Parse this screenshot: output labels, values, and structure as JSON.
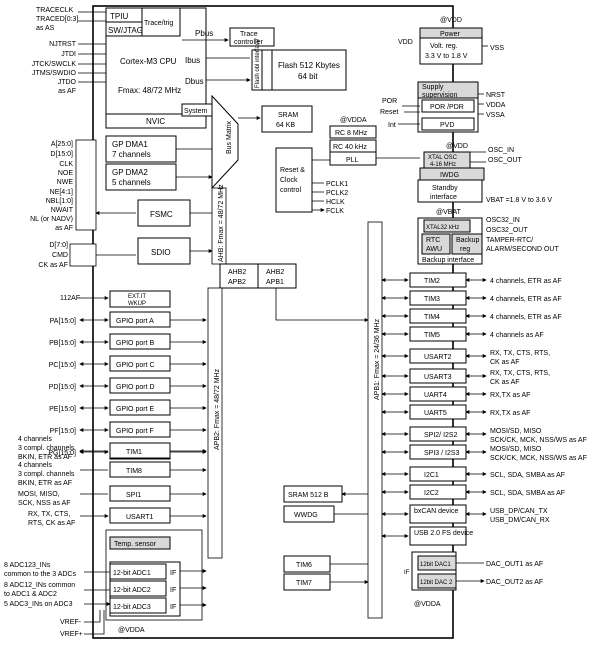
{
  "left_signals": {
    "trace": [
      "TRACECLK",
      "TRACED[0:3]",
      "as AS"
    ],
    "jtag": [
      "NJTRST",
      "JTDI",
      "JTCK/SWCLK",
      "JTMS/SWDIO",
      "JTDO",
      "as AF"
    ],
    "fsmc": [
      "A[25:0]",
      "D[15:0]",
      "CLK",
      "NOE",
      "NWE",
      "NE[4:1]",
      "NBL[1:0]",
      "NWAIT",
      "NL (or NADV)",
      "as AF"
    ],
    "sdio": [
      "D[7:0]",
      "CMD",
      "CK as AF"
    ],
    "exti": "112AF",
    "gpio": [
      "PA[15:0]",
      "PB[15:0]",
      "PC[15:0]",
      "PD[15:0]",
      "PE[15:0]",
      "PF[15:0]",
      "PG[15:0]"
    ],
    "tim1": [
      "4 channels",
      "3 compl. channels",
      "BKIN, ETR as AF"
    ],
    "tim8": [
      "4 channels",
      "3 compl. channels",
      "BKIN, ETR as AF"
    ],
    "spi1": [
      "MOSI, MISO,",
      "SCK, NSS as AF"
    ],
    "usart1": [
      "RX, TX, CTS,",
      "RTS, CK as AF"
    ],
    "adc": [
      "8 ADC123_INs",
      "common to the 3 ADCs",
      "8 ADC12_INs common",
      "to ADC1 & ADC2",
      "5 ADC3_INs on ADC3"
    ],
    "vref_minus": "VREF-",
    "vref_plus": "VREF+"
  },
  "blocks": {
    "tpiu": "TPIU",
    "swjtag": "SW/JTAG",
    "trace_trig": "Trace/trig",
    "cpu": "Cortex-M3 CPU",
    "fmax_cpu": "Fmax: 48/72 MHz",
    "nvic": "NVIC",
    "ibus": "Ibus",
    "dbus": "Dbus",
    "system": "System",
    "pbus": "Pbus",
    "trace_controller": [
      "Trace",
      "controller"
    ],
    "flash_obl": "Flash obl interface",
    "flash": [
      "Flash 512 Kbytes",
      "64 bit"
    ],
    "sram64": [
      "SRAM",
      "64 KB"
    ],
    "bus_matrix": "Bus Matrix",
    "gp_dma1": [
      "GP DMA1",
      "7 channels"
    ],
    "gp_dma2": [
      "GP DMA2",
      "5 channels"
    ],
    "fsmc": "FSMC",
    "sdio": "SDIO",
    "ahb_label": "AHB: Fmax = 48/72 MHz",
    "reset_clock": [
      "Reset &",
      "Clock",
      "control"
    ],
    "clocks": [
      "PCLK1",
      "PCLK2",
      "HCLK",
      "FCLK"
    ],
    "rc8": "RC 8 MHz",
    "rc40": "RC 40 kHz",
    "pll": "PLL",
    "ahb2apb2": [
      "AHB2",
      "APB2"
    ],
    "ahb2apb1": [
      "AHB2",
      "APB1"
    ],
    "exti": [
      "EXT.IT",
      "WKUP"
    ],
    "gpio_ports": [
      "GPIO port A",
      "GPIO port B",
      "GPIO port C",
      "GPIO port D",
      "GPIO port E",
      "GPIO port F",
      "GPIO port G"
    ],
    "tim1": "TIM1",
    "tim8": "TIM8",
    "spi1": "SPI1",
    "usart1": "USART1",
    "apb2_label": "APB2: Fmax = 48/72 MHz",
    "apb1_label": "APB1: Fmax = 24/36 MHz",
    "temp_sensor": "Temp. sensor",
    "adcs": [
      "12-bit ADC1",
      "12-bit ADC2",
      "12-bit ADC3"
    ],
    "adc_if": "IF",
    "sram512": "SRAM 512 B",
    "wwdg": "WWDG",
    "tim6": "TIM6",
    "tim7": "TIM7",
    "vdda_bottom": "@VDDA"
  },
  "right_blocks": {
    "vdd_top": "@VDD",
    "vdd": "VDD",
    "power": "Power",
    "volt_reg": [
      "Volt. reg.",
      "3.3 V to 1.8 V"
    ],
    "vss": "VSS",
    "supply_supervision": [
      "Supply",
      "supervision"
    ],
    "por_pdr": "POR /PDR",
    "pvd": "PVD",
    "por": "POR",
    "reset": "Reset",
    "int": "Int",
    "supply_pins": [
      "NRST",
      "VDDA",
      "VSSA"
    ],
    "vdda_top": "@VDDA",
    "vdd_osc": "@VDD",
    "xtal_osc": [
      "XTAL OSC",
      "4-16 MHz"
    ],
    "osc_pins": [
      "OSC_IN",
      "OSC_OUT"
    ],
    "iwdg": "IWDG",
    "standby": [
      "Standby",
      "interface"
    ],
    "vbat_range": "VBAT =1.8 V to 3.6 V",
    "vbat": "@VBAT",
    "xtal32": "XTAL32 kHz",
    "osc32_pins": [
      "OSC32_IN",
      "OSC32_OUT"
    ],
    "rtc": [
      "RTC",
      "AWU"
    ],
    "backup_reg": [
      "Backup",
      "reg"
    ],
    "backup_interface": "Backup interface",
    "tamper": [
      "TAMPER-RTC/",
      "ALARM/SECOND OUT"
    ],
    "apb1_periph": [
      "TIM2",
      "TIM3",
      "TIM4",
      "TIM5",
      "USART2",
      "USART3",
      "UART4",
      "UART5",
      "SPI2/ I2S2",
      "SPI3 / I2S3",
      "I2C1",
      "I2C2",
      "bxCAN device",
      "USB 2.0 FS device"
    ],
    "apb1_signals": [
      [
        "4 channels, ETR as AF"
      ],
      [
        "4 channels, ETR as AF"
      ],
      [
        "4 channels, ETR as AF"
      ],
      [
        "4 channels as AF"
      ],
      [
        "RX, TX, CTS, RTS,",
        "CK as AF"
      ],
      [
        "RX, TX, CTS, RTS,",
        "CK as AF"
      ],
      [
        "RX,TX as AF"
      ],
      [
        "RX,TX as AF"
      ],
      [
        "MOSI/SD, MISO",
        "SCK/CK, MCK, NSS/WS as AF"
      ],
      [
        "MOSI/SD, MISO",
        "SCK/CK, MCK, NSS/WS as AF"
      ],
      [
        "SCL, SDA, SMBA as AF"
      ],
      [
        "SCL, SDA, SMBA as AF"
      ],
      [
        "USB_DP/CAN_TX",
        "USB_DM/CAN_RX"
      ],
      []
    ],
    "dac_if": "IF",
    "dacs": [
      "12bit DAC1",
      "12bit DAC 2"
    ],
    "dac_out": [
      "DAC_OUT1 as AF",
      "DAC_OUT2 as AF"
    ],
    "vdda_dac": "@VDDA"
  }
}
